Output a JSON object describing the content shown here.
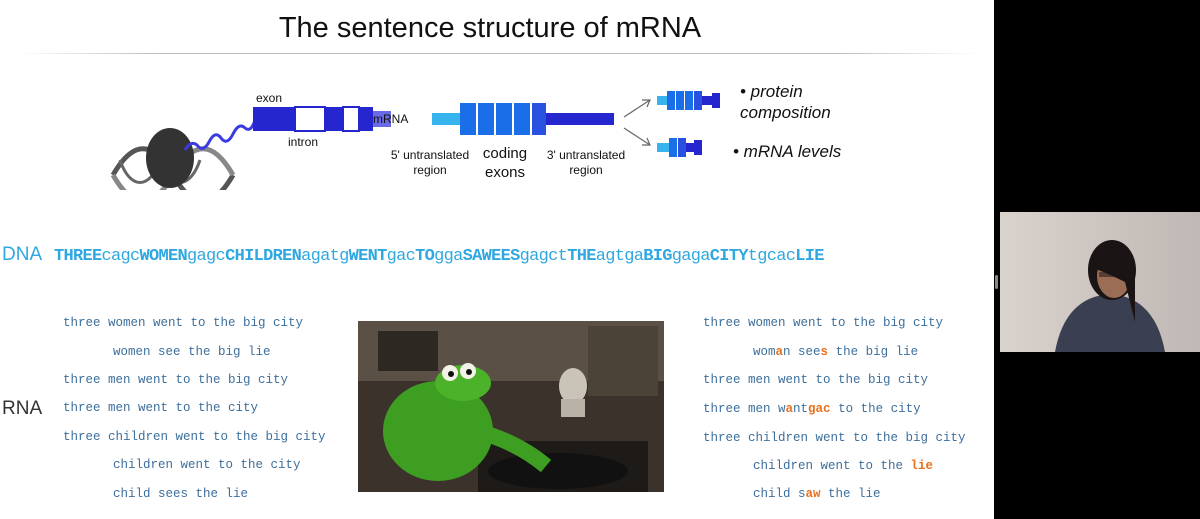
{
  "slide": {
    "title": "The sentence structure of mRNA",
    "diagram": {
      "exon_label": "exon",
      "intron_label": "intron",
      "mrna_label": "mRNA",
      "utr5_label": "5' untranslated\nregion",
      "coding_label": "coding\nexons",
      "utr3_label": "3' untranslated\nregion",
      "bullet1": "• protein\ncomposition",
      "bullet2": "• mRNA levels"
    },
    "dna": {
      "label": "DNA",
      "segments": [
        {
          "text": "THREE",
          "bold": true
        },
        {
          "text": "cagc",
          "bold": false
        },
        {
          "text": "WOMEN",
          "bold": true
        },
        {
          "text": "gagc",
          "bold": false
        },
        {
          "text": "CHILDREN",
          "bold": true
        },
        {
          "text": "agatg",
          "bold": false
        },
        {
          "text": "WENT",
          "bold": true
        },
        {
          "text": "gac",
          "bold": false
        },
        {
          "text": "TO",
          "bold": true
        },
        {
          "text": "gga",
          "bold": false
        },
        {
          "text": "SAWEES",
          "bold": true
        },
        {
          "text": "gagct",
          "bold": false
        },
        {
          "text": "THE",
          "bold": true
        },
        {
          "text": "agtga",
          "bold": false
        },
        {
          "text": "BIG",
          "bold": true
        },
        {
          "text": "gaga",
          "bold": false
        },
        {
          "text": "CITY",
          "bold": true
        },
        {
          "text": "tgcac",
          "bold": false
        },
        {
          "text": "LIE",
          "bold": true
        }
      ]
    },
    "rna_label": "RNA",
    "left_sentences": [
      {
        "text": "three women went to the big city",
        "indent": false
      },
      {
        "text": "women see the big lie",
        "indent": true
      },
      {
        "text": "three men went to the big city",
        "indent": false
      },
      {
        "text": "three men went to the city",
        "indent": false
      },
      {
        "text": "three children went to the big city",
        "indent": false
      },
      {
        "text": "children went to the city",
        "indent": true
      },
      {
        "text": "child sees the lie",
        "indent": true
      }
    ],
    "right_sentences": [
      {
        "indent": false,
        "parts": [
          {
            "t": "three women went to the big city",
            "h": false
          }
        ]
      },
      {
        "indent": true,
        "parts": [
          {
            "t": "wom",
            "h": false
          },
          {
            "t": "a",
            "h": true
          },
          {
            "t": "n see",
            "h": false
          },
          {
            "t": "s",
            "h": true
          },
          {
            "t": " the big lie",
            "h": false
          }
        ]
      },
      {
        "indent": false,
        "parts": [
          {
            "t": "three men went to the big city",
            "h": false
          }
        ]
      },
      {
        "indent": false,
        "parts": [
          {
            "t": "three men w",
            "h": false
          },
          {
            "t": "a",
            "h": true
          },
          {
            "t": "nt",
            "h": false
          },
          {
            "t": "gac",
            "h": true
          },
          {
            "t": " to the city",
            "h": false
          }
        ]
      },
      {
        "indent": false,
        "parts": [
          {
            "t": "three children went to the big city",
            "h": false
          }
        ]
      },
      {
        "indent": true,
        "parts": [
          {
            "t": "children went to the ",
            "h": false
          },
          {
            "t": "lie",
            "h": true
          }
        ]
      },
      {
        "indent": true,
        "parts": [
          {
            "t": "child s",
            "h": false
          },
          {
            "t": "aw",
            "h": true
          },
          {
            "t": " the lie",
            "h": false
          }
        ]
      }
    ],
    "colors": {
      "dna_blue": "#2fa7e0",
      "rna_blue": "#3d6f9c",
      "highlight": "#e8711f",
      "exon_blue": "#2929d6",
      "light_blue": "#37b4ee"
    }
  },
  "icons": {
    "video": "kermit-typewriter-video",
    "webcam": "presenter-webcam"
  }
}
